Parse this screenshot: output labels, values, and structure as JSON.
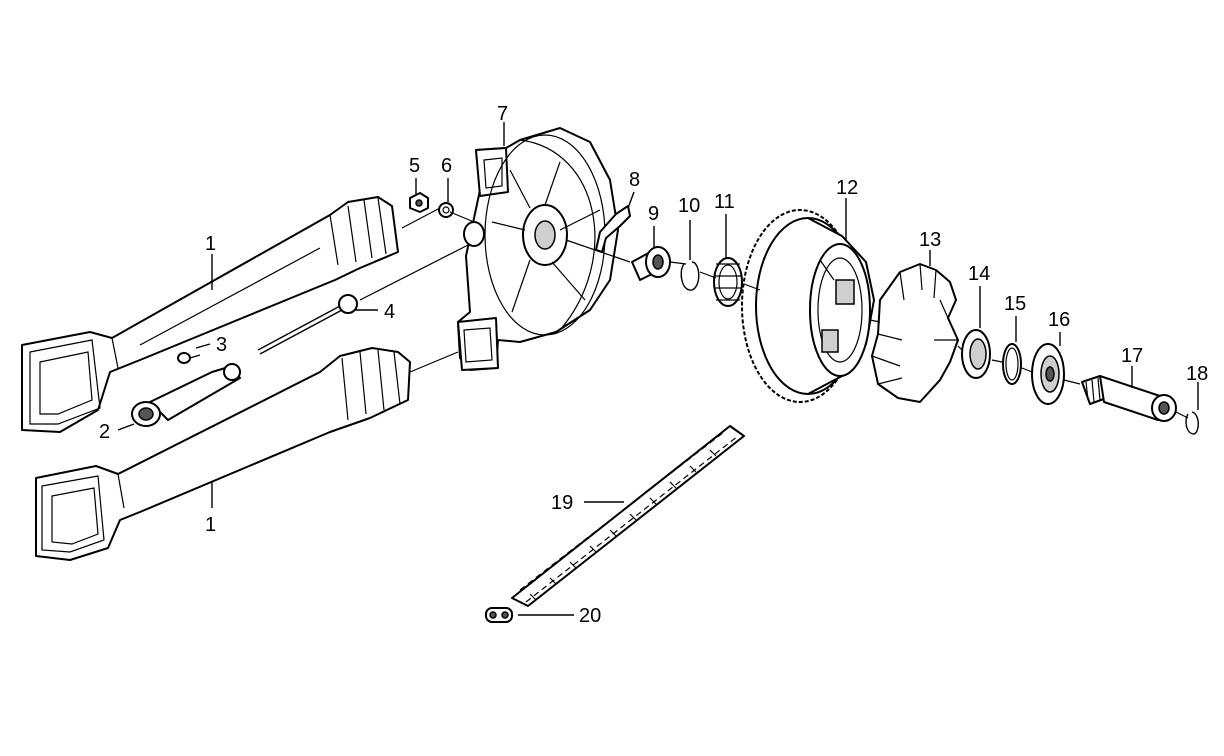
{
  "callouts": {
    "c1a": "1",
    "c1b": "1",
    "c2": "2",
    "c3": "3",
    "c4": "4",
    "c5": "5",
    "c6": "6",
    "c7": "7",
    "c8": "8",
    "c9": "9",
    "c10": "10",
    "c11": "11",
    "c12": "12",
    "c13": "13",
    "c14": "14",
    "c15": "15",
    "c16": "16",
    "c17": "17",
    "c18": "18",
    "c19": "19",
    "c20": "20"
  }
}
